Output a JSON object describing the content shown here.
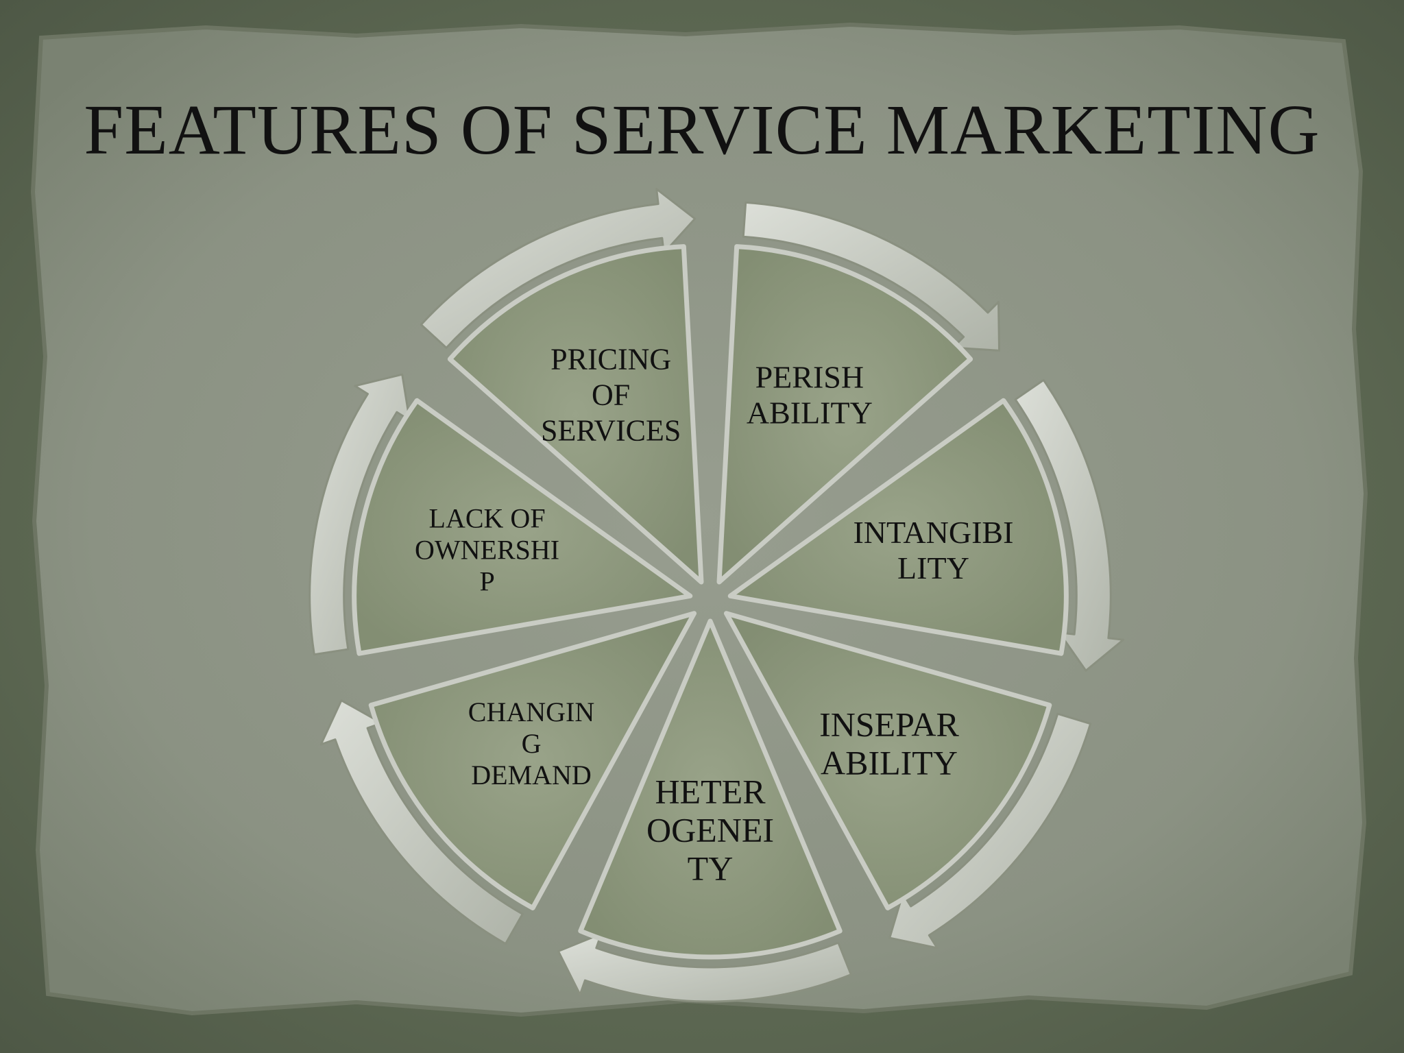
{
  "slide": {
    "title": "FEATURES OF SERVICE MARKETING"
  },
  "diagram": {
    "segments": [
      {
        "id": "perishability",
        "lines": [
          "PERISH",
          "ABILITY"
        ]
      },
      {
        "id": "intangibility",
        "lines": [
          "INTANGIBI",
          "LITY"
        ]
      },
      {
        "id": "inseparability",
        "lines": [
          "INSEPAR",
          "ABILITY"
        ]
      },
      {
        "id": "heterogeneity",
        "lines": [
          "HETER",
          "OGENEI",
          "TY"
        ]
      },
      {
        "id": "changing-demand",
        "lines": [
          "CHANGIN",
          "G",
          "DEMAND"
        ]
      },
      {
        "id": "lack-of-ownership",
        "lines": [
          "LACK OF",
          "OWNERSHI",
          "P"
        ]
      },
      {
        "id": "pricing-of-services",
        "lines": [
          "PRICING",
          "OF",
          "SERVICES"
        ]
      }
    ]
  },
  "colors": {
    "background": "#5f6a55",
    "paper": "#8e9585",
    "segment_fill": "#8f9a7e",
    "arrow_fill": "#c9ccc4",
    "text": "#111111"
  }
}
